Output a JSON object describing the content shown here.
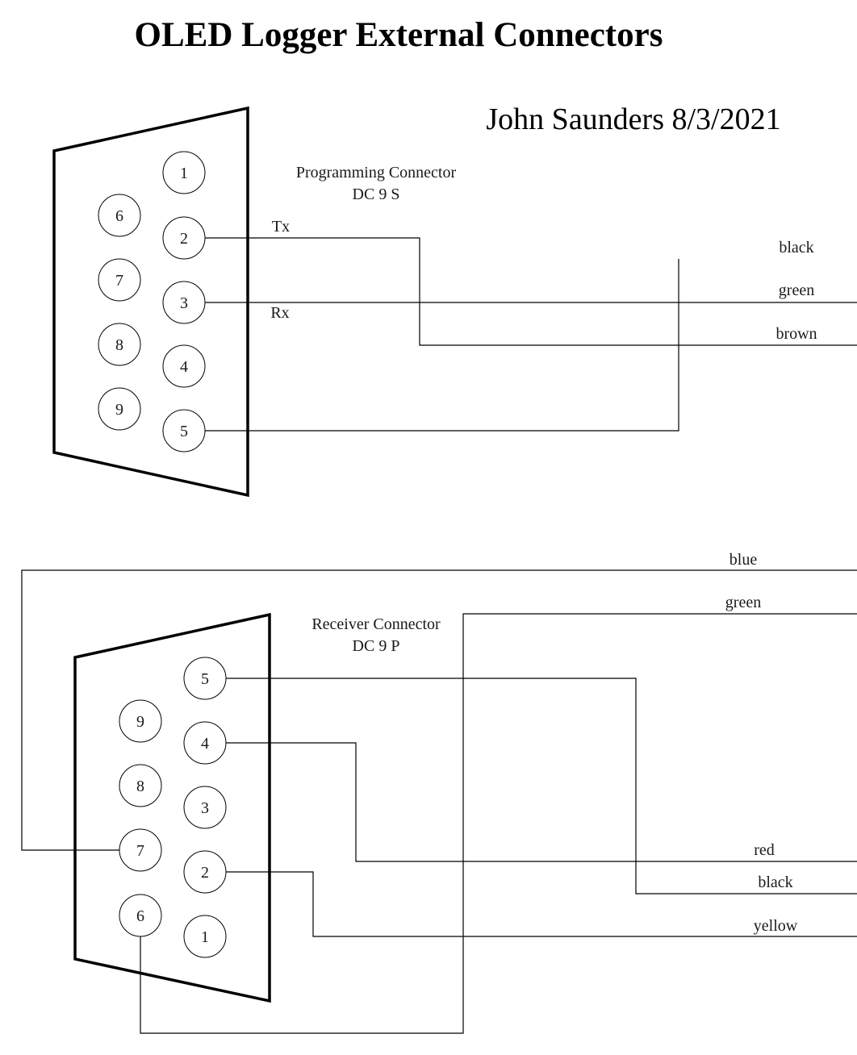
{
  "title": "OLED Logger External Connectors",
  "author": "John Saunders  8/3/2021",
  "programming_connector": {
    "name": "Programming Connector",
    "type": "DC 9 S",
    "pins": [
      "1",
      "2",
      "3",
      "4",
      "5",
      "6",
      "7",
      "8",
      "9"
    ],
    "signal_labels": {
      "tx": "Tx",
      "rx": "Rx"
    },
    "wire_colors": {
      "black": "black",
      "green": "green",
      "brown": "brown"
    }
  },
  "receiver_connector": {
    "name": "Receiver Connector",
    "type": "DC 9 P",
    "pins": [
      "1",
      "2",
      "3",
      "4",
      "5",
      "6",
      "7",
      "8",
      "9"
    ],
    "wire_colors": {
      "blue": "blue",
      "green": "green",
      "red": "red",
      "black": "black",
      "yellow": "yellow"
    }
  }
}
